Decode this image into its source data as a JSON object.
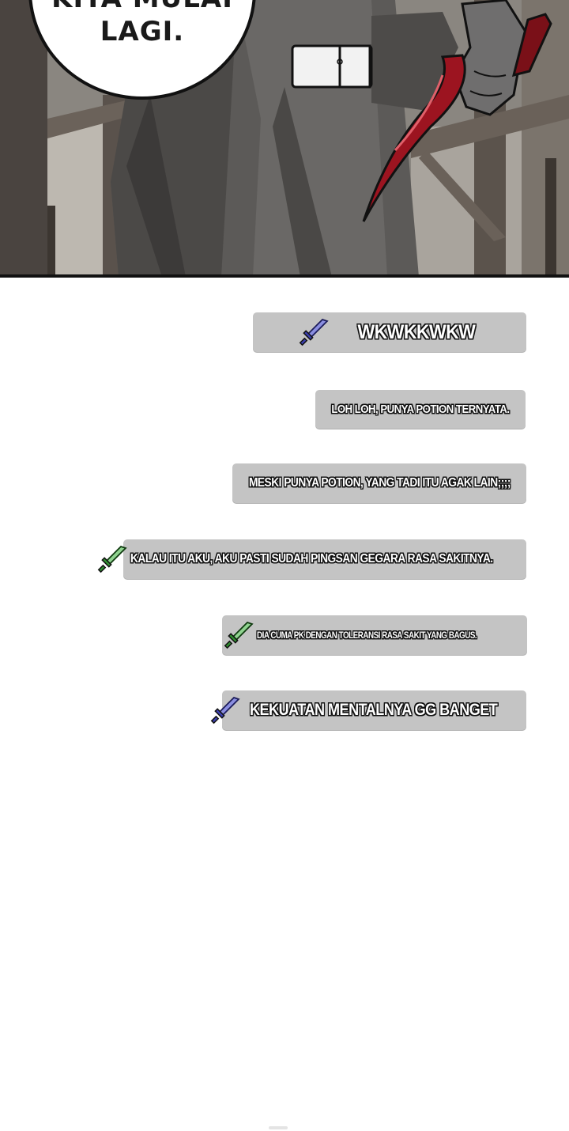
{
  "speech_bubble": {
    "line1": "KITA MULAI",
    "line2": "LAGI."
  },
  "comments": [
    {
      "text": "WKWKKWKW",
      "icon": "sword-icon",
      "icon_color": "#3b3fb0"
    },
    {
      "text": "LOH LOH, PUNYA POTION TERNYATA.",
      "icon": "",
      "icon_color": ""
    },
    {
      "text": "MESKI PUNYA POTION, YANG TADI ITU AGAK LAIN;;;;",
      "icon": "",
      "icon_color": ""
    },
    {
      "text": "KALAU ITU AKU, AKU PASTI SUDAH PINGSAN GEGARA RASA SAKITNYA.",
      "icon": "sword-icon",
      "icon_color": "#2f8f2f"
    },
    {
      "text": "DIA CUMA PK DENGAN TOLERANSI RASA SAKIT YANG BAGUS.",
      "icon": "sword-icon",
      "icon_color": "#2f8f2f"
    },
    {
      "text": "KEKUATAN MENTALNYA GG BANGET",
      "icon": "sword-icon",
      "icon_color": "#3b3fb0"
    }
  ],
  "colors": {
    "comment_bg": "#c4c4c4",
    "comment_text": "#ffffff",
    "text_outline": "#111111",
    "dagger_red": "#9c1420"
  }
}
